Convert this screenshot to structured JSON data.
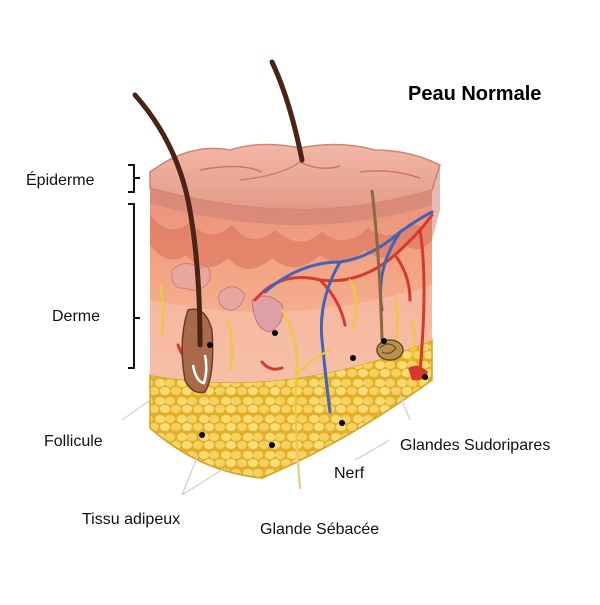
{
  "title": "Peau Normale",
  "labels": {
    "epiderme": "Épiderme",
    "derme": "Derme",
    "follicule": "Follicule",
    "tissu_adipeux": "Tissu adipeux",
    "glande_sebacee": "Glande Sébacée",
    "nerf": "Nerf",
    "glandes_sudoripares": "Glandes Sudoripares"
  },
  "colors": {
    "epidermis_top": "#e7a08e",
    "epidermis_side": "#d98a79",
    "dermis": "#f3a685",
    "dermis_deep": "#f5b49c",
    "fat": "#f2c64c",
    "fat_cell": "#f8dc7a",
    "hair": "#4a2516",
    "artery": "#d63a2e",
    "vein": "#3f64b8",
    "nerve": "#f0c93a"
  }
}
